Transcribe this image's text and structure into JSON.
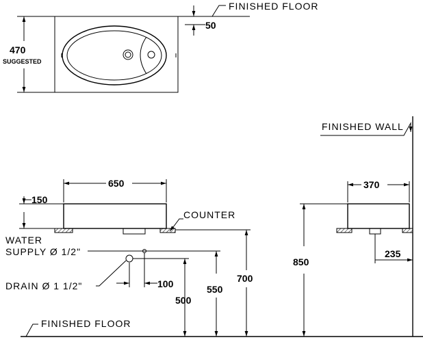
{
  "top_view": {
    "finished_floor_label": "FINISHED FLOOR",
    "dim_50": "50",
    "dim_470": "470",
    "suggested": "SUGGESTED"
  },
  "front_view": {
    "dim_650": "650",
    "dim_150": "150",
    "counter_label": "COUNTER",
    "water_supply_label": "WATER",
    "water_supply_label2": "SUPPLY Ø 1/2\"",
    "drain_label": "DRAIN Ø 1 1/2\"",
    "dim_100": "100",
    "dim_500": "500",
    "dim_550": "550",
    "dim_700": "700",
    "finished_floor_label": "FINISHED FLOOR"
  },
  "side_view": {
    "finished_wall_label": "FINISHED WALL",
    "dim_370": "370",
    "dim_850": "850",
    "dim_235": "235"
  }
}
